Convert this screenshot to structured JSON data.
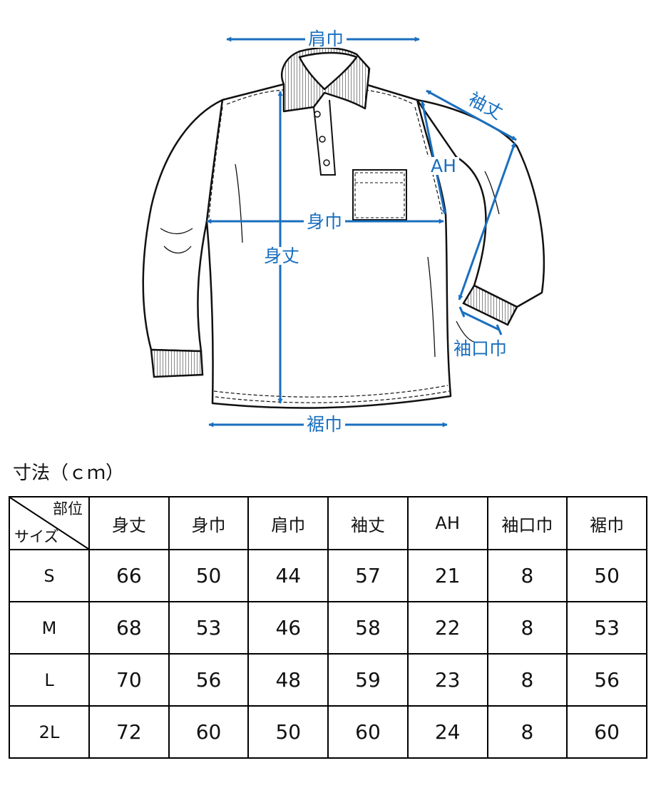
{
  "diagram": {
    "labels": {
      "shoulder_width": "肩巾",
      "sleeve_length": "袖丈",
      "armhole": "AH",
      "chest_width": "身巾",
      "body_length": "身丈",
      "cuff_width": "袖口巾",
      "hem_width": "裾巾"
    },
    "colors": {
      "accent": "#1a6fbf",
      "line": "#111111"
    }
  },
  "table": {
    "units_label": "寸法（ｃｍ）",
    "corner_top": "部位",
    "corner_bottom": "サイズ",
    "headers": [
      "身丈",
      "身巾",
      "肩巾",
      "袖丈",
      "AH",
      "袖口巾",
      "裾巾"
    ],
    "rows": [
      {
        "size": "S",
        "values": [
          "66",
          "50",
          "44",
          "57",
          "21",
          "8",
          "50"
        ]
      },
      {
        "size": "M",
        "values": [
          "68",
          "53",
          "46",
          "58",
          "22",
          "8",
          "53"
        ]
      },
      {
        "size": "L",
        "values": [
          "70",
          "56",
          "48",
          "59",
          "23",
          "8",
          "56"
        ]
      },
      {
        "size": "2L",
        "values": [
          "72",
          "60",
          "50",
          "60",
          "24",
          "8",
          "60"
        ]
      }
    ]
  }
}
